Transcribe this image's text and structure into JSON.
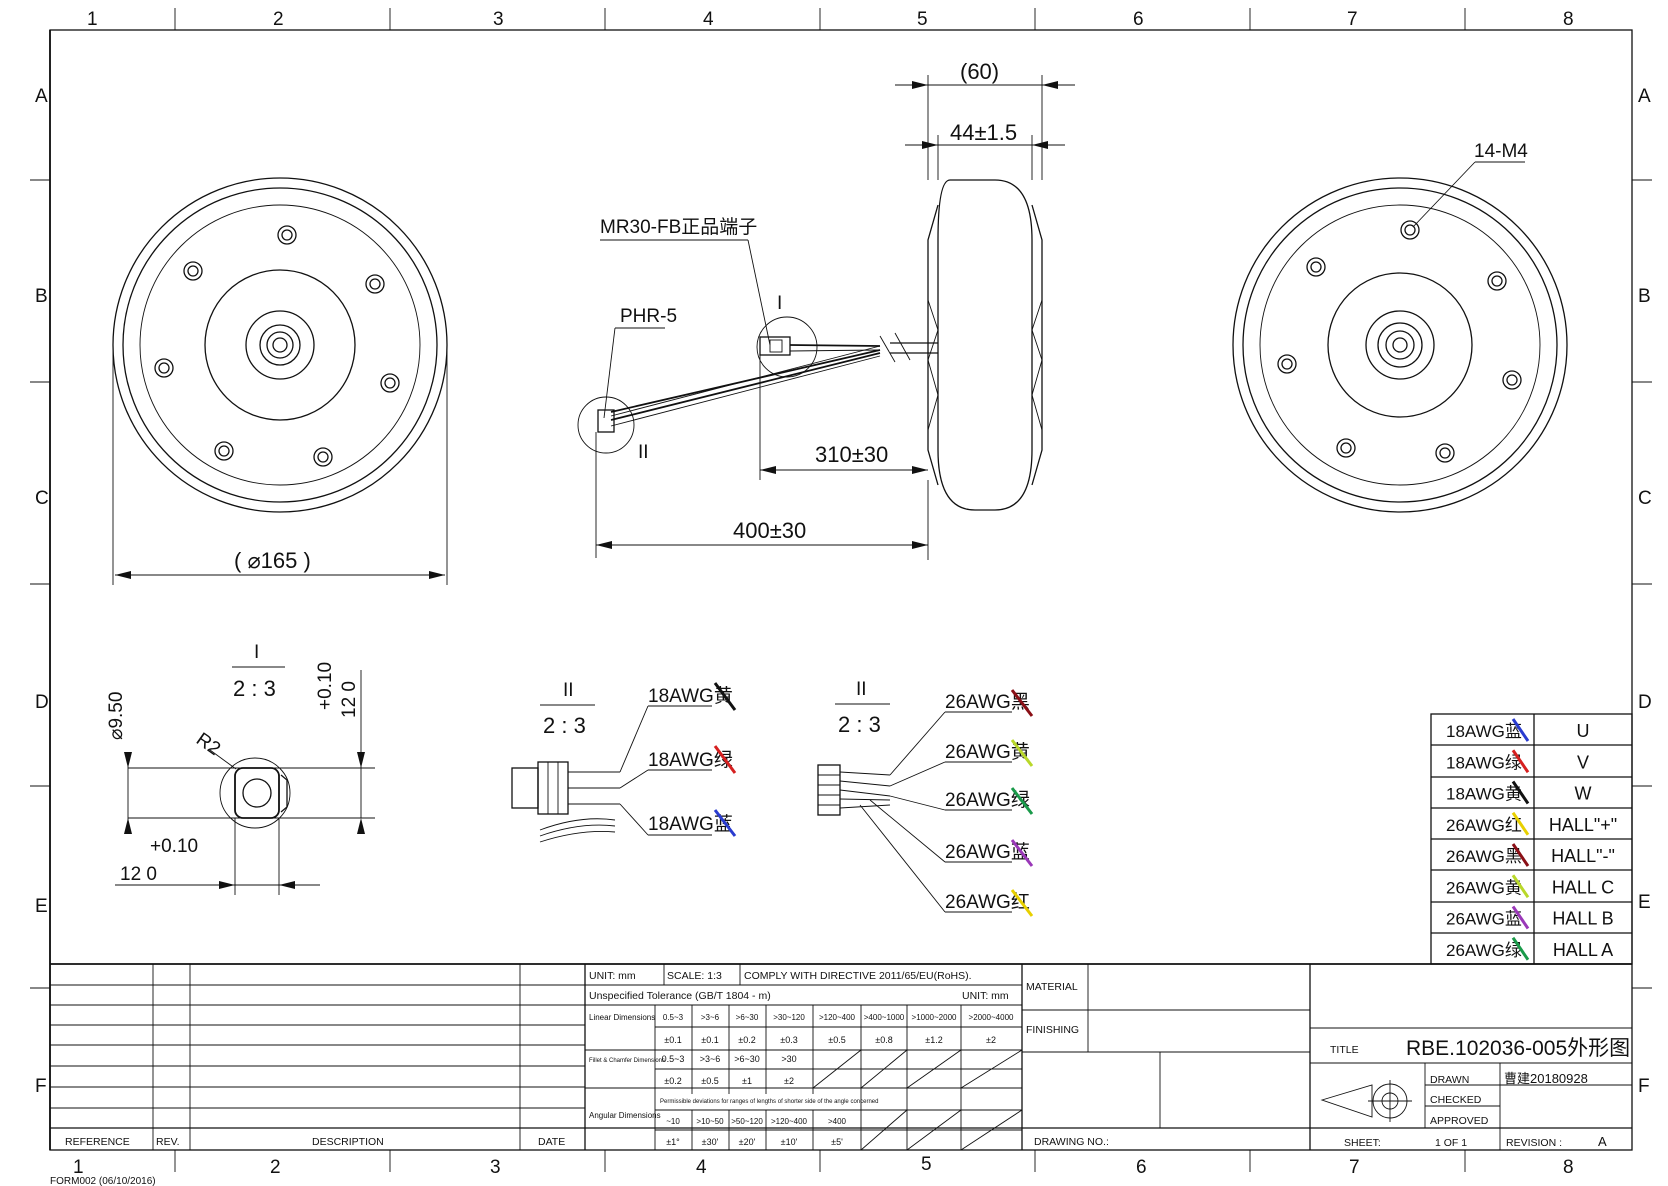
{
  "grid": {
    "cols": [
      "1",
      "2",
      "3",
      "4",
      "5",
      "6",
      "7",
      "8"
    ],
    "rows": [
      "A",
      "B",
      "C",
      "D",
      "E",
      "F"
    ]
  },
  "front_view": {
    "diameter_label": "( ⌀165 )"
  },
  "side_view": {
    "width_label": "(60)",
    "tire_width_label": "44±1.5",
    "connector_label_1": "MR30-FB正品端子",
    "connector_label_2": "PHR-5",
    "cable_length_label": "310±30",
    "total_length_label": "400±30",
    "callout_1": "I",
    "callout_2": "II"
  },
  "back_view": {
    "thread_label": "14-M4"
  },
  "detail_shaft": {
    "title": "I",
    "scale": "2 : 3",
    "dia_label": "⌀9.50",
    "radius_label": "R2",
    "dim1_label": "+0.10\n12 0",
    "dim1_top": "+0.10",
    "dim1_base": "12 0",
    "dim2_top": "+0.10",
    "dim2_base": "12 0"
  },
  "detail_mr30": {
    "title": "II",
    "scale": "2 : 3",
    "wires": [
      "18AWG黄",
      "18AWG绿",
      "18AWG蓝"
    ]
  },
  "detail_phr": {
    "title": "II",
    "scale": "2 : 3",
    "wires": [
      "26AWG黑",
      "26AWG黄",
      "26AWG绿",
      "26AWG蓝",
      "26AWG红"
    ]
  },
  "wire_table": [
    {
      "wire": "18AWG蓝",
      "signal": "U",
      "color": "#2a3ccf"
    },
    {
      "wire": "18AWG绿",
      "signal": "V",
      "color": "#d62020"
    },
    {
      "wire": "18AWG黄",
      "signal": "W",
      "color": "#111111"
    },
    {
      "wire": "26AWG红",
      "signal": "HALL\"+\"",
      "color": "#e8d000"
    },
    {
      "wire": "26AWG黑",
      "signal": "HALL\"-\"",
      "color": "#8a0f16"
    },
    {
      "wire": "26AWG黄",
      "signal": "HALL C",
      "color": "#b9d82a"
    },
    {
      "wire": "26AWG蓝",
      "signal": "HALL B",
      "color": "#9a38b8"
    },
    {
      "wire": "26AWG绿",
      "signal": "HALL A",
      "color": "#1a9a4a"
    }
  ],
  "wire_colors": {
    "mr30": [
      "#111111",
      "#d62020",
      "#2a3ccf"
    ],
    "phr": [
      "#8a0f16",
      "#b9d82a",
      "#1a9a4a",
      "#9a38b8",
      "#e8d000"
    ]
  },
  "title_block": {
    "reference": "REFERENCE",
    "rev": "REV.",
    "description": "DESCRIPTION",
    "date": "DATE",
    "unit": "UNIT: mm",
    "scale": "SCALE:  1:3",
    "comply": "COMPLY WITH DIRECTIVE 2011/65/EU(RoHS).",
    "tolerance_title": "Unspecified Tolerance (GB/T 1804 - m)",
    "tolerance_unit": "UNIT: mm",
    "linear_label": "Linear Dimensions",
    "linear_ranges": [
      "0.5~3",
      ">3~6",
      ">6~30",
      ">30~120",
      ">120~400",
      ">400~1000",
      ">1000~2000",
      ">2000~4000"
    ],
    "linear_values": [
      "±0.1",
      "±0.1",
      "±0.2",
      "±0.3",
      "±0.5",
      "±0.8",
      "±1.2",
      "±2"
    ],
    "fillet_label": "Fillet & Chamfer Dimensions",
    "fillet_ranges": [
      "0.5~3",
      ">3~6",
      ">6~30",
      ">30"
    ],
    "fillet_values": [
      "±0.2",
      "±0.5",
      "±1",
      "±2"
    ],
    "angular_label": "Angular Dimensions",
    "angular_note": "Permissible deviations for ranges of lengths of shorter side of the angle concerned",
    "angular_ranges": [
      "~10",
      ">10~50",
      ">50~120",
      ">120~400",
      ">400"
    ],
    "angular_values": [
      "±1°",
      "±30'",
      "±20'",
      "±10'",
      "±5'"
    ],
    "material": "MATERIAL",
    "finishing": "FINISHING",
    "drawing_no": "DRAWING NO.:",
    "title_label": "TITLE",
    "title": "RBE.102036-005外形图",
    "drawn": "DRAWN",
    "drawn_value": "曹建20180928",
    "checked": "CHECKED",
    "approved": "APPROVED",
    "sheet_label": "SHEET:",
    "sheet": "1 OF 1",
    "revision_label": "REVISION :",
    "revision": "A",
    "form": "FORM002 (06/10/2016)"
  }
}
